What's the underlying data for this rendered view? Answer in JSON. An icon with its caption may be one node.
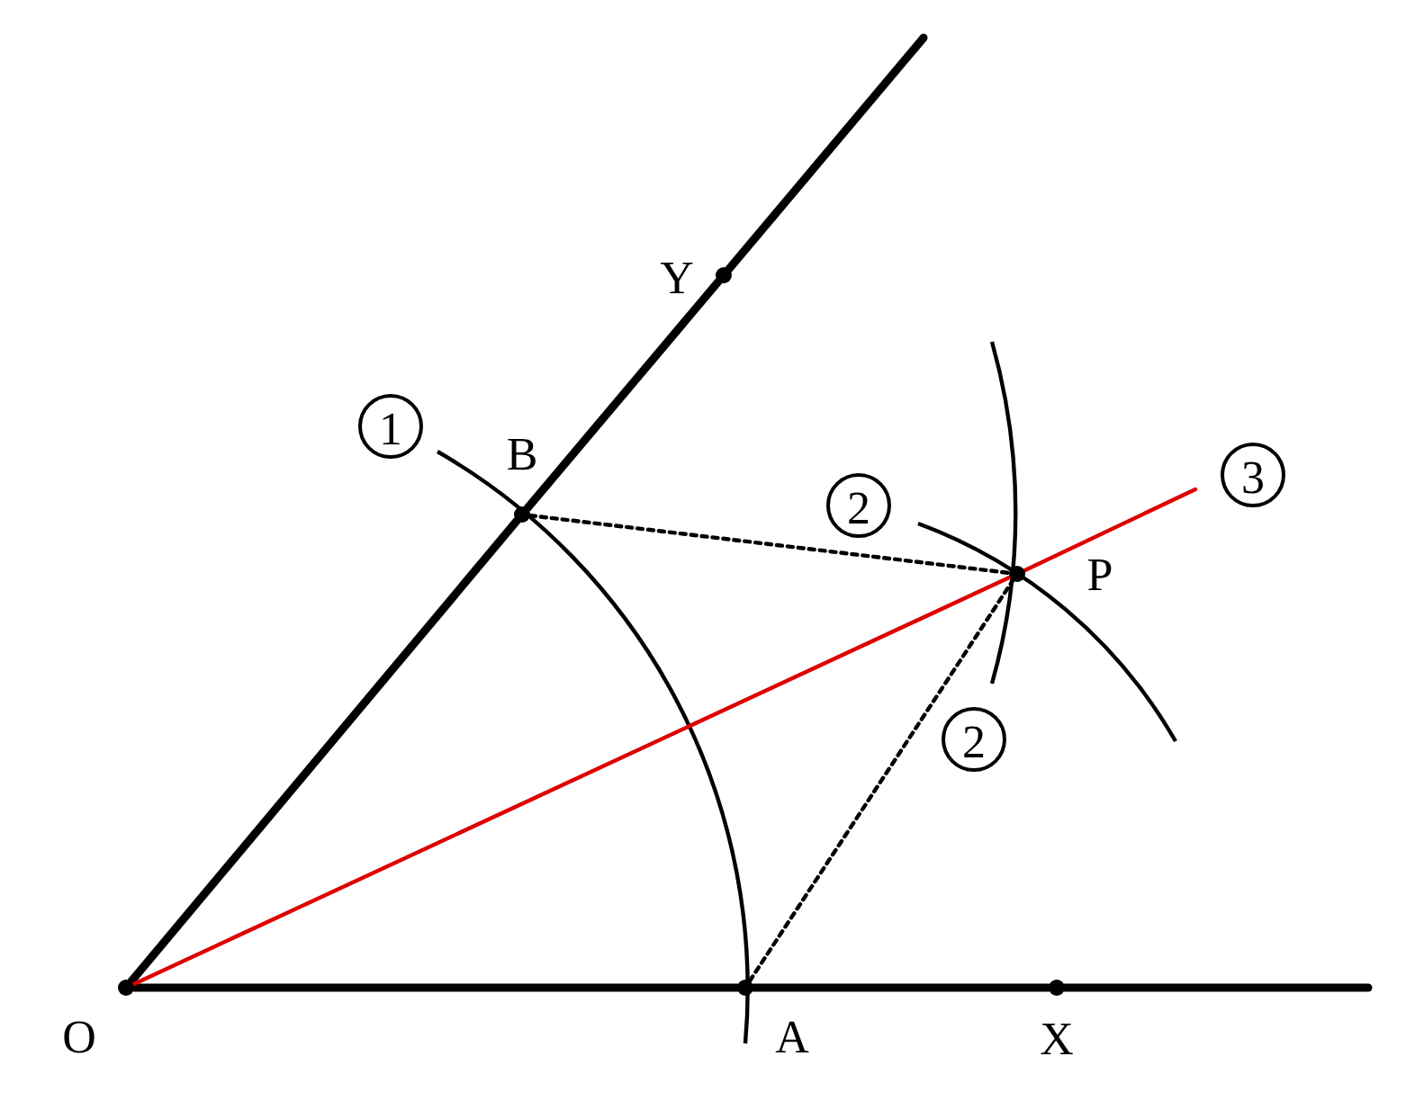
{
  "diagram": {
    "nodes": [
      {
        "text": [],
        "shape": "circle",
        "beside": [
          "O"
        ]
      },
      {
        "text": [],
        "shape": "circle",
        "beside": [
          "A"
        ]
      },
      {
        "text": [],
        "shape": "circle",
        "beside": [
          "X"
        ]
      },
      {
        "text": [],
        "shape": "circle",
        "beside": [
          "Y"
        ]
      },
      {
        "text": [],
        "shape": "circle",
        "beside": [
          "B"
        ]
      },
      {
        "text": [],
        "shape": "circle",
        "beside": [
          "P"
        ]
      }
    ],
    "edges": [
      {
        "from": 0,
        "to": 1,
        "arrow": "none"
      },
      {
        "from": 1,
        "to": 2,
        "arrow": "none"
      },
      {
        "from": 2,
        "to": null,
        "arrow": "none"
      },
      {
        "from": 0,
        "to": 4,
        "arrow": "none"
      },
      {
        "from": 4,
        "to": 3,
        "arrow": "none"
      },
      {
        "from": 3,
        "to": null,
        "arrow": "none"
      },
      {
        "from": 4,
        "to": 5,
        "arrow": "none",
        "style": "dashed"
      },
      {
        "from": 1,
        "to": 5,
        "arrow": "none",
        "style": "dashed"
      },
      {
        "from": 0,
        "to": 5,
        "arrow": "none",
        "color": "#dd0000"
      },
      {
        "from": 5,
        "to": null,
        "arrow": "none",
        "color": "#dd0000"
      }
    ],
    "labels": [
      "1",
      "2",
      "2",
      "3"
    ]
  }
}
